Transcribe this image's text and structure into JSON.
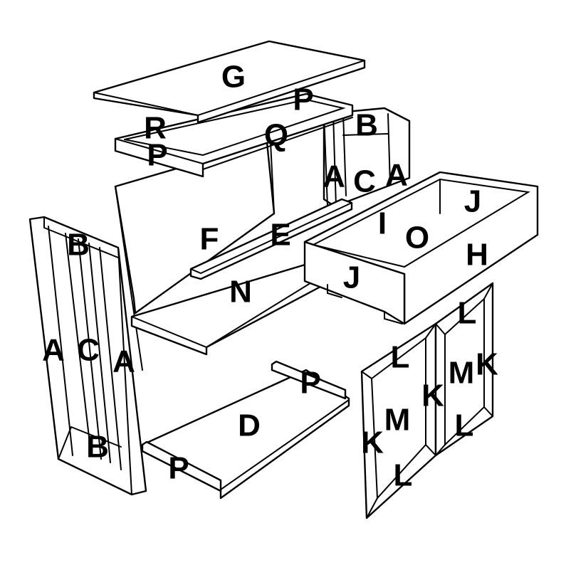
{
  "parts": {
    "top": "G",
    "top_frame_back": "P",
    "top_frame_corner": "R",
    "top_frame_center": "Q",
    "top_frame_front": "P",
    "right_side_rail": "B",
    "right_side_stile_left": "A",
    "right_side_slats": "C",
    "right_side_stile_right": "A",
    "back_panel": "F",
    "drawer_runner": "E",
    "middle_shelf": "N",
    "left_side_rail_top": "B",
    "left_side_stile_left": "A",
    "left_side_slats": "C",
    "left_side_stile_right": "A",
    "left_side_rail_bottom": "B",
    "bottom_panel": "D",
    "bottom_cleat_back": "P",
    "bottom_cleat_front": "P",
    "drawer_bottom": "O",
    "drawer_divider": "I",
    "drawer_back": "J",
    "drawer_side": "J",
    "drawer_front": "H",
    "left_door_stile_outer": "K",
    "left_door_rail_top": "L",
    "left_door_panel": "M",
    "left_door_stile_inner": "K",
    "left_door_rail_bottom": "L",
    "right_door_rail_top": "L",
    "right_door_panel": "M",
    "right_door_stile_outer": "K",
    "right_door_rail_bottom": "L"
  }
}
